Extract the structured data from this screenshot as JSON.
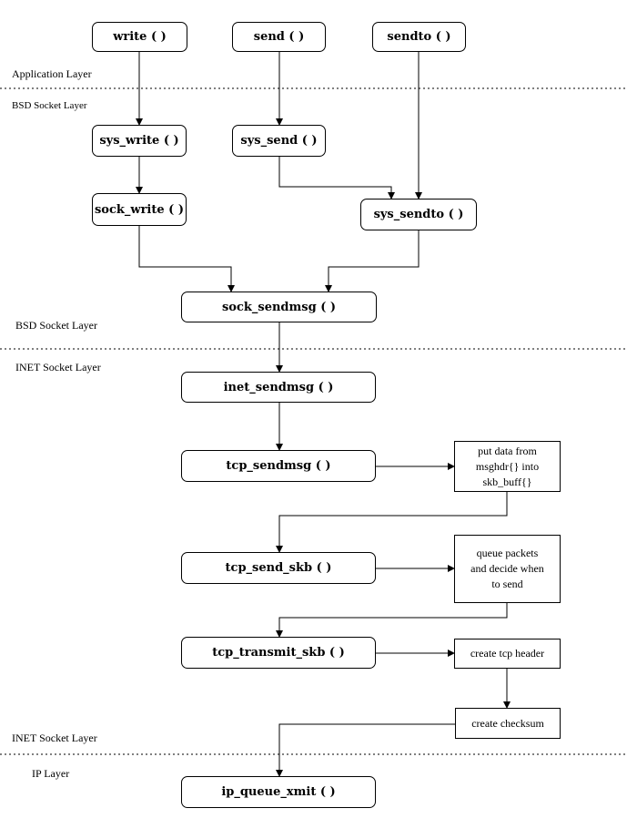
{
  "layers": {
    "application": "Application Layer",
    "bsd_top": "BSD Socket Layer",
    "bsd_bottom": "BSD Socket Layer",
    "inet_top": "INET Socket Layer",
    "inet_bottom": "INET Socket Layer",
    "ip": "IP Layer"
  },
  "functions": {
    "write": "write ( )",
    "send": "send ( )",
    "sendto": "sendto ( )",
    "sys_write": "sys_write ( )",
    "sys_send": "sys_send ( )",
    "sock_write": "sock_write ( )",
    "sys_sendto": "sys_sendto ( )",
    "sock_sendmsg": "sock_sendmsg ( )",
    "inet_sendmsg": "inet_sendmsg ( )",
    "tcp_sendmsg": "tcp_sendmsg ( )",
    "tcp_send_skb": "tcp_send_skb ( )",
    "tcp_transmit_skb": "tcp_transmit_skb ( )",
    "ip_queue_xmit": "ip_queue_xmit ( )"
  },
  "notes": {
    "put_data": "put data from\nmsghdr{} into\nskb_buff{}",
    "queue_packets": "queue packets\nand decide when\nto send",
    "create_tcp_header": "create tcp header",
    "create_checksum": "create checksum"
  }
}
